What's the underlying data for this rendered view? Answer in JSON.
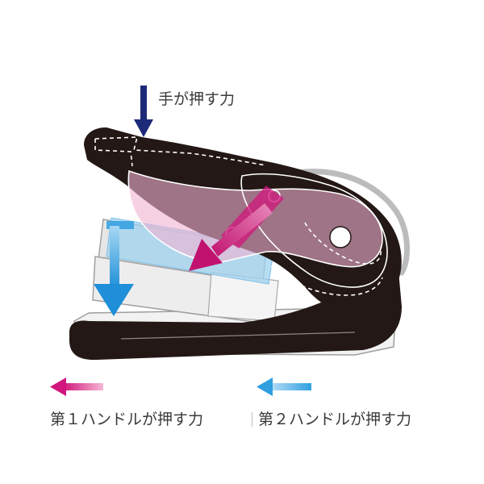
{
  "labels": {
    "hand_force": "手が押す力",
    "first_handle_force": "第１ハンドルが押す力",
    "second_handle_force": "第２ハンドルが押す力"
  },
  "colors": {
    "hand_arrow": "#1d2a7a",
    "first_handle": "#d1157c",
    "second_handle": "#2f9fe0",
    "body": "#231815",
    "base_gray": "#bfbfbf"
  },
  "icons": {
    "hand_force": "down-arrow-icon",
    "first_handle_force": "left-arrow-icon",
    "second_handle_force": "left-arrow-icon"
  }
}
